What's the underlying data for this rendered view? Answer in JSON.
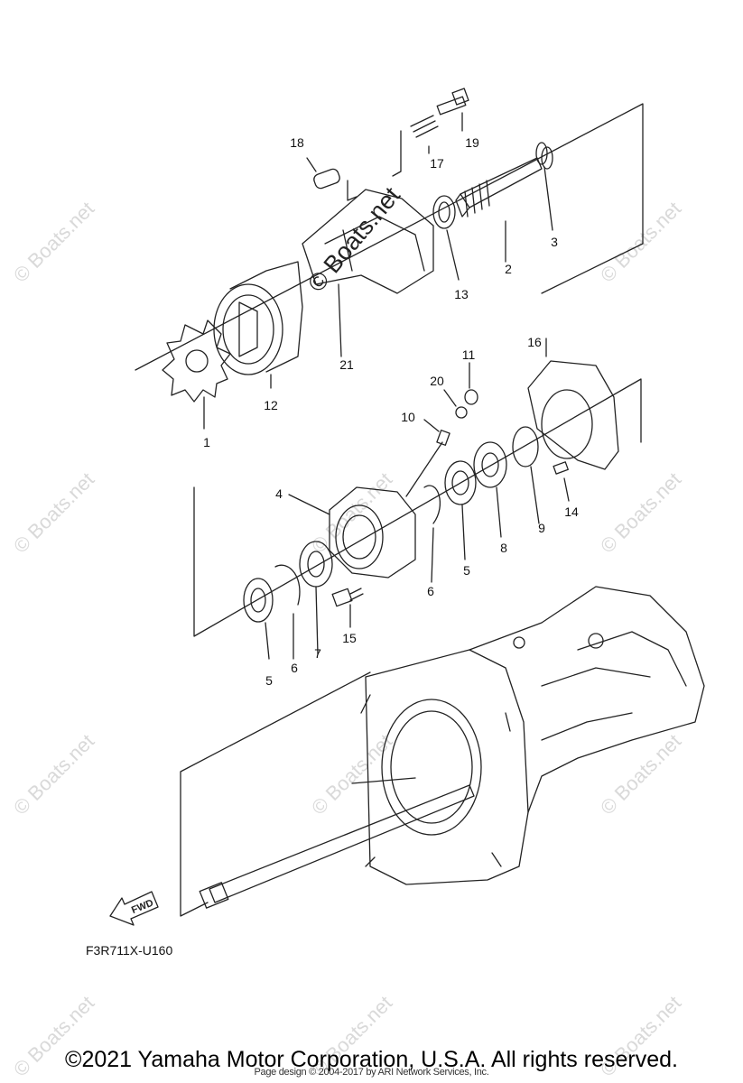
{
  "callouts": [
    "1",
    "2",
    "3",
    "4",
    "5",
    "5",
    "6",
    "6",
    "7",
    "8",
    "9",
    "10",
    "11",
    "12",
    "13",
    "14",
    "15",
    "16",
    "17",
    "18",
    "19",
    "20",
    "21"
  ],
  "diagram_code": "F3R711X-U160",
  "fwd_label": "FWD",
  "watermark": "© Boats.net",
  "copyright": "©2021 Yamaha Motor Corporation, U.S.A. All rights reserved.",
  "page_design": "Page design © 2004-2017 by ARI Network Services, Inc."
}
